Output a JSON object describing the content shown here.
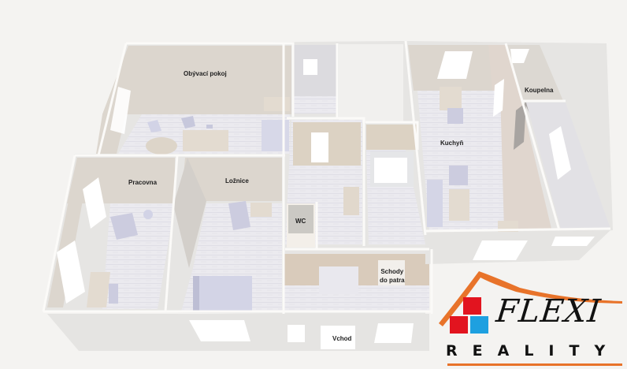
{
  "floorplan": {
    "rooms": [
      {
        "id": "obyvaci",
        "label": "Obývací pokoj"
      },
      {
        "id": "pracovna",
        "label": "Pracovna"
      },
      {
        "id": "loznice",
        "label": "Ložnice"
      },
      {
        "id": "wc",
        "label": "WC"
      },
      {
        "id": "kuchyn",
        "label": "Kuchyň"
      },
      {
        "id": "koupelna",
        "label": "Koupelna"
      },
      {
        "id": "schody",
        "label_line1": "Schody",
        "label_line2": "do patra"
      },
      {
        "id": "vchod",
        "label": "Vchod"
      }
    ]
  },
  "logo": {
    "name": "FLEXI",
    "subtitle": "REALITY",
    "colors": {
      "roof": "#e8732a",
      "square_red": "#e2141f",
      "square_blue": "#1ea0e0",
      "underline": "#e8732a"
    }
  },
  "colors": {
    "background": "#f4f3f1",
    "wall_beige": "#ddd6cc",
    "wall_grey": "#e3e2e0",
    "floor": "#e9e8ee",
    "furniture": "#c9cbe0"
  }
}
